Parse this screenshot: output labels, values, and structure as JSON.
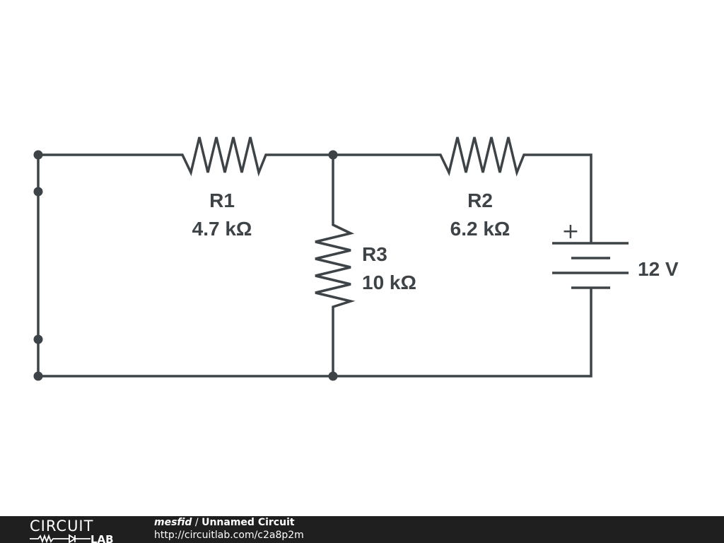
{
  "colors": {
    "wire": "#3d4347",
    "footer_bg": "#1f1f1f",
    "footer_text": "#ffffff"
  },
  "components": {
    "r1": {
      "name": "R1",
      "value": "4.7 kΩ"
    },
    "r2": {
      "name": "R2",
      "value": "6.2 kΩ"
    },
    "r3": {
      "name": "R3",
      "value": "10 kΩ"
    },
    "battery": {
      "value": "12 V",
      "polarity": "+"
    }
  },
  "footer": {
    "logo_top": "CIRCUIT",
    "logo_bottom": "LAB",
    "author": "mesfid",
    "separator": " / ",
    "title": "Unnamed Circuit",
    "url": "http://circuitlab.com/c2a8p2m"
  }
}
